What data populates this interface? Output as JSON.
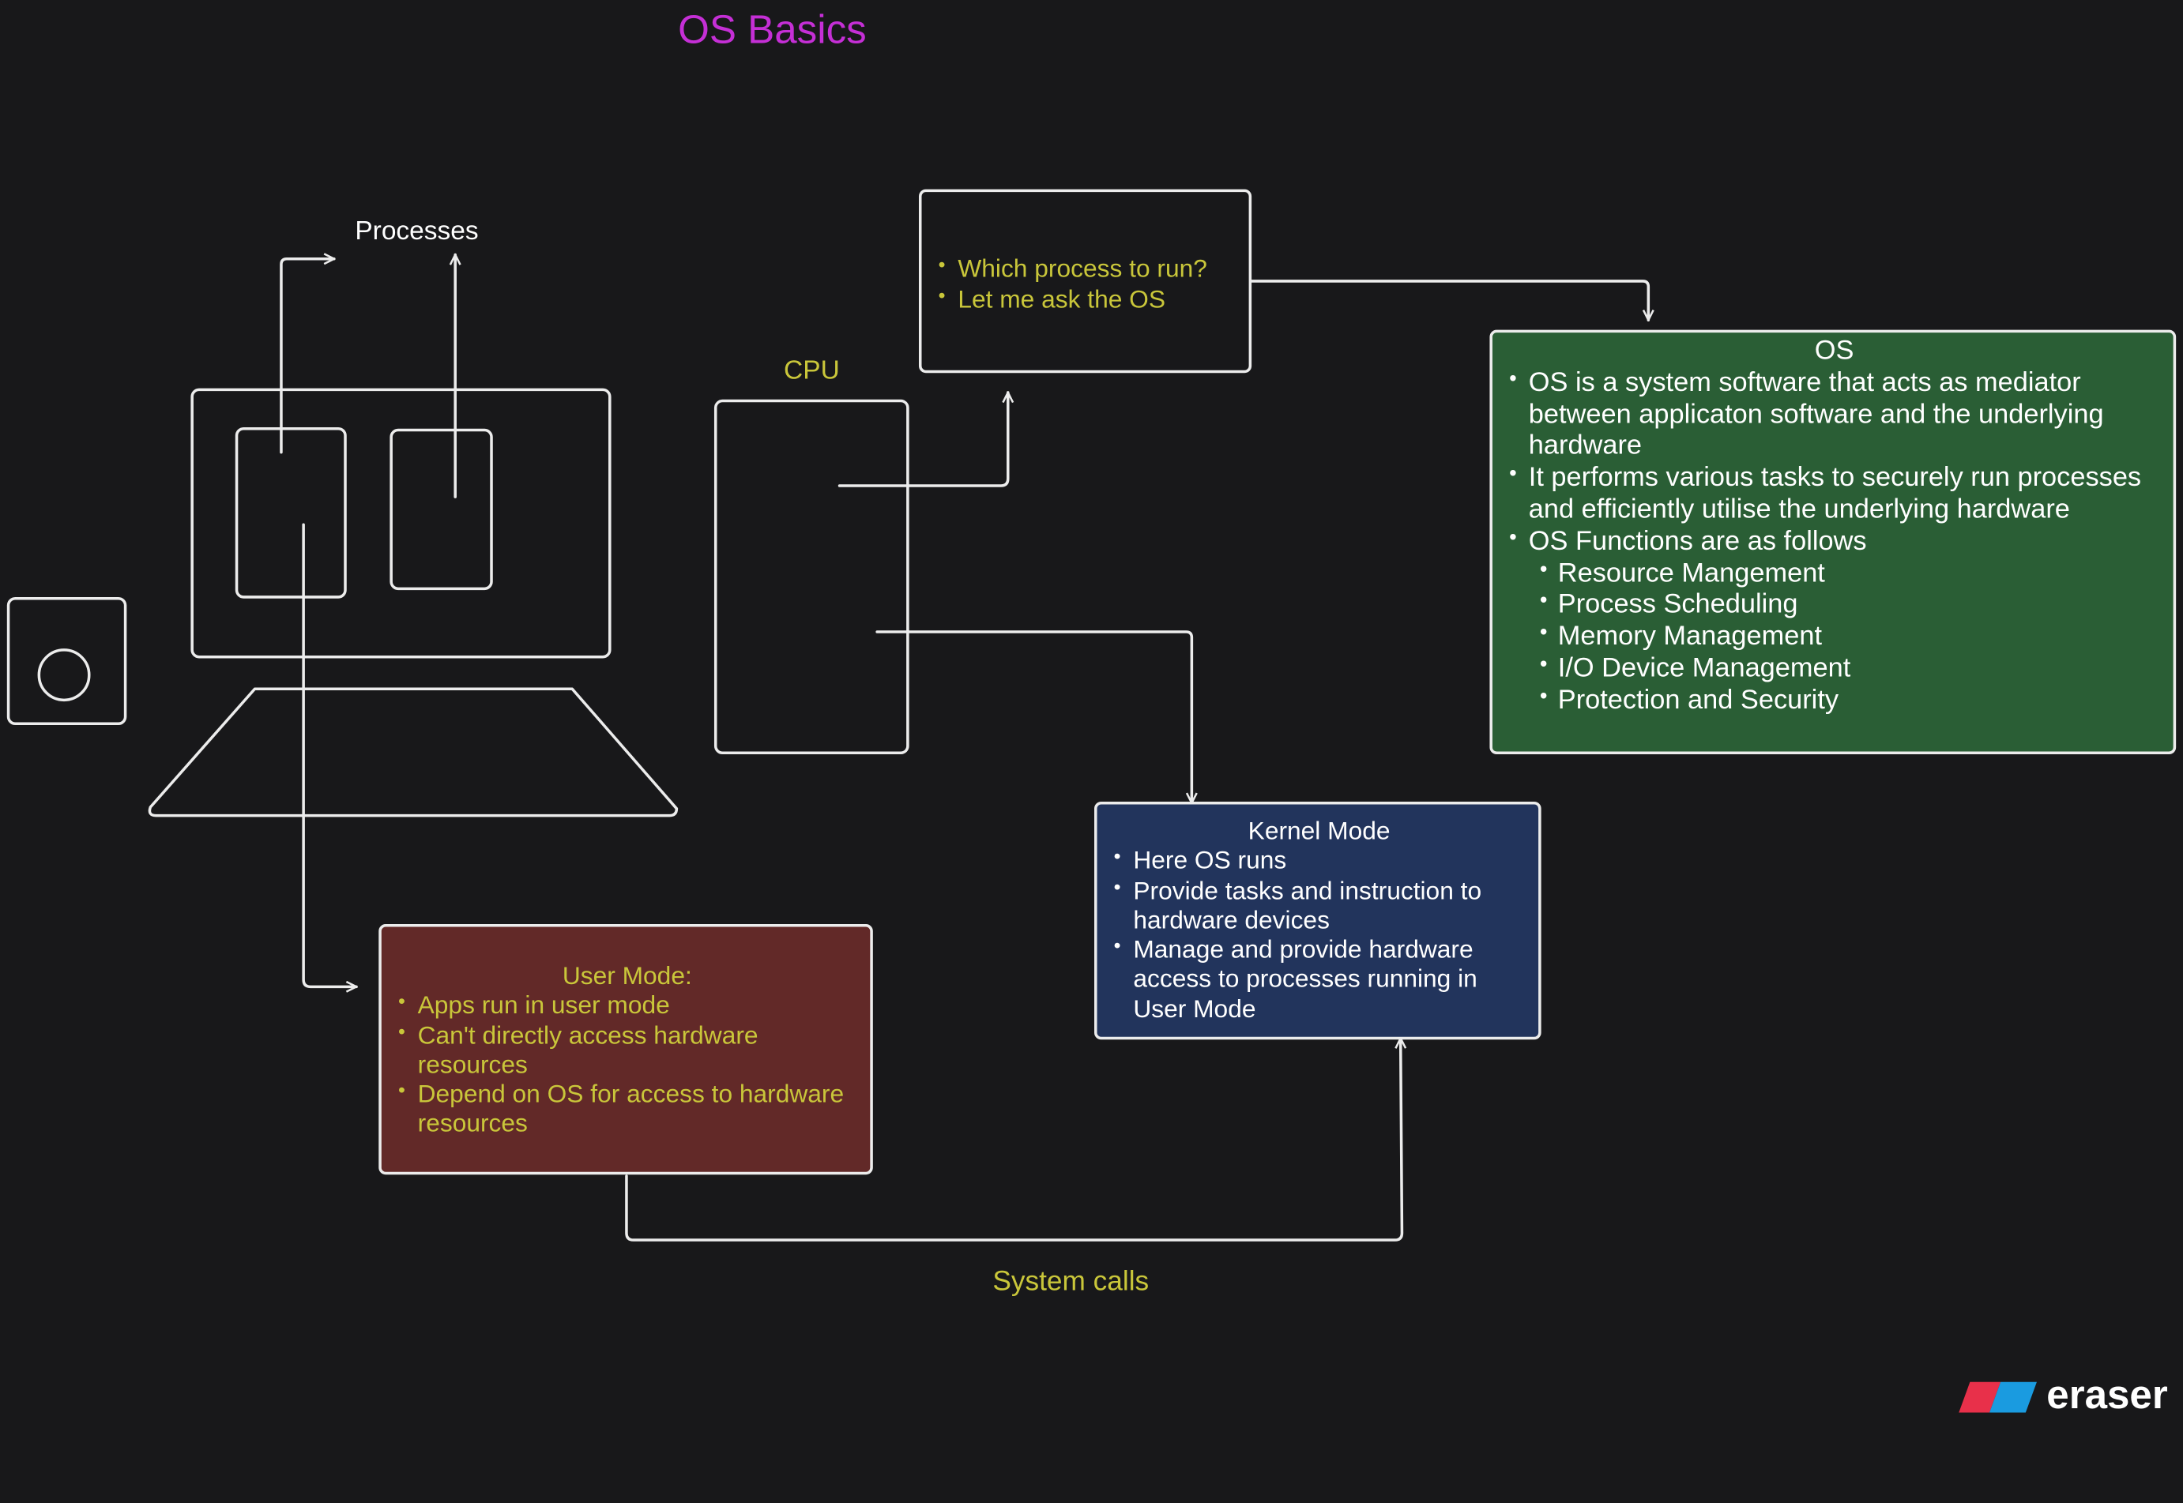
{
  "title": "OS Basics",
  "labels": {
    "processes": "Processes",
    "cpu": "CPU",
    "system_calls": "System calls"
  },
  "question_box": {
    "items": [
      "Which process to run?",
      "Let me ask the OS"
    ]
  },
  "os_box": {
    "heading": "OS",
    "items": [
      "OS is a system software that acts as mediator between applicaton software and the underlying hardware",
      "It performs various tasks to securely run processes and efficiently utilise the underlying hardware",
      "OS Functions are as follows"
    ],
    "functions": [
      "Resource Mangement",
      "Process Scheduling",
      "Memory Management",
      "I/O Device Management",
      "Protection and Security"
    ]
  },
  "kernel_box": {
    "heading": "Kernel Mode",
    "items": [
      "Here OS runs",
      "Provide tasks and instruction to hardware devices",
      "Manage and provide hardware access to processes running in User Mode"
    ]
  },
  "user_box": {
    "heading": "User Mode:",
    "items": [
      "Apps run in user mode",
      "Can't directly access hardware resources",
      "Depend on OS for access to hardware resources"
    ]
  },
  "logo": {
    "text": "eraser"
  },
  "colors": {
    "background": "#18181a",
    "title": "#c52fd6",
    "yellow_text": "#c9c63a",
    "os_fill": "#2a5e35",
    "kernel_fill": "#22345c",
    "user_fill": "#622928",
    "logo_red": "#e8304a",
    "logo_blue": "#1a9be0"
  }
}
